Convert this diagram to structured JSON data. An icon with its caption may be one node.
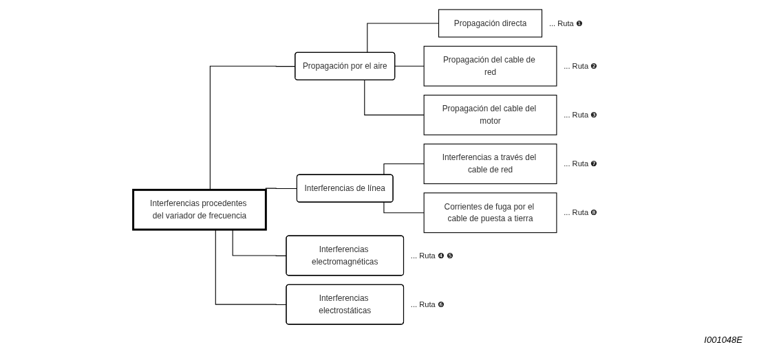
{
  "diagram": {
    "nodes": [
      {
        "text": [
          "Interferencias procedentes del variador de frecuencia"
        ]
      },
      {
        "text": [
          "Propagación por el aire"
        ]
      },
      {
        "text": [
          "Propagación directa"
        ],
        "beside": [
          "... Ruta ❶"
        ]
      },
      {
        "text": [
          "Propagación del cable de red"
        ],
        "beside": [
          "... Ruta ❷"
        ]
      },
      {
        "text": [
          "Propagación del cable del motor"
        ],
        "beside": [
          "... Ruta ❸"
        ]
      },
      {
        "text": [
          "Interferencias electromagnéticas"
        ],
        "beside": [
          "... Ruta ❹ ❺"
        ]
      },
      {
        "text": [
          "Interferencias electrostáticas"
        ],
        "beside": [
          "... Ruta ❻"
        ]
      },
      {
        "text": [
          "Interferencias de línea"
        ]
      },
      {
        "text": [
          "Interferencias a través del cable de red"
        ],
        "beside": [
          "... Ruta ❼"
        ]
      },
      {
        "text": [
          "Corrientes de fuga por el cable de puesta a tierra"
        ],
        "beside": [
          "... Ruta ❽"
        ]
      }
    ],
    "edges": [
      {
        "from": 0,
        "to": 1,
        "arrow": "none"
      },
      {
        "from": 1,
        "to": 2,
        "arrow": "none"
      },
      {
        "from": 1,
        "to": 3,
        "arrow": "none"
      },
      {
        "from": 1,
        "to": 4,
        "arrow": "none"
      },
      {
        "from": 0,
        "to": 5,
        "arrow": "none"
      },
      {
        "from": 0,
        "to": 6,
        "arrow": "none"
      },
      {
        "from": 0,
        "to": 7,
        "arrow": "none"
      },
      {
        "from": 7,
        "to": 8,
        "arrow": "none"
      },
      {
        "from": 7,
        "to": 9,
        "arrow": "none"
      }
    ],
    "labels": [
      "I001048E"
    ]
  }
}
